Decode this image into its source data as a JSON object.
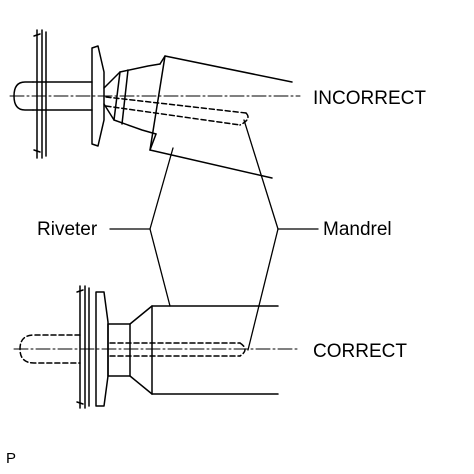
{
  "labels": {
    "incorrect": "INCORRECT",
    "correct": "CORRECT",
    "riveter": "Riveter",
    "mandrel": "Mandrel",
    "page_marker": "P"
  },
  "colors": {
    "line": "#000000",
    "background": "#ffffff"
  }
}
